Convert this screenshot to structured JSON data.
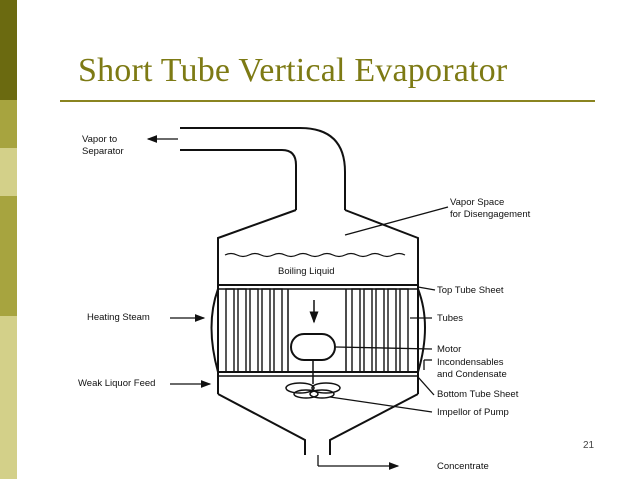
{
  "slide": {
    "title": "Short Tube Vertical Evaporator",
    "page_number": "21",
    "colors": {
      "title": "#7d7a14",
      "rule": "#8a8420",
      "sidebar_dark": "#6b6a10",
      "sidebar_mid": "#a7a43f",
      "sidebar_light": "#d3d089"
    }
  },
  "diagram": {
    "labels": {
      "vapor_to_separator_1": "Vapor to",
      "vapor_to_separator_2": "Separator",
      "vapor_space_1": "Vapor Space",
      "vapor_space_2": "for Disengagement",
      "boiling_liquid": "Boiling Liquid",
      "top_tube_sheet": "Top Tube Sheet",
      "heating_steam": "Heating Steam",
      "tubes": "Tubes",
      "motor": "Motor",
      "incondensables_1": "Incondensables",
      "incondensables_2": "and Condensate",
      "weak_liquor_feed": "Weak Liquor Feed",
      "bottom_tube_sheet": "Bottom Tube Sheet",
      "impellor": "Impellor of Pump",
      "concentrate": "Concentrate"
    }
  }
}
